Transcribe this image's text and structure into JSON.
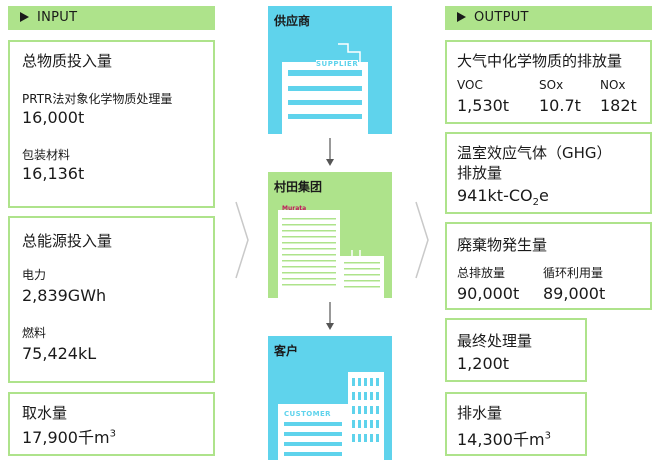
{
  "input": {
    "header": "INPUT",
    "materials": {
      "title": "总物质投入量",
      "prtr_label": "PRTR法对象化学物质处理量",
      "prtr_value": "16,000t",
      "packaging_label": "包装材料",
      "packaging_value": "16,136t"
    },
    "energy": {
      "title": "总能源投入量",
      "electricity_label": "电力",
      "electricity_value": "2,839GWh",
      "fuel_label": "燃料",
      "fuel_value": "75,424kL"
    },
    "water": {
      "label": "取水量",
      "value": "17,900千m",
      "exp": "3"
    }
  },
  "flow": {
    "supplier_title": "供应商",
    "supplier_sign": "SUPPLIER",
    "murata_title": "村田集团",
    "murata_logo": "Murata",
    "customer_title": "客户",
    "customer_sign": "CUSTOMER"
  },
  "output": {
    "header": "OUTPUT",
    "air": {
      "title": "大气中化学物质的排放量",
      "voc_label": "VOC",
      "voc_value": "1,530t",
      "sox_label": "SOx",
      "sox_value": "10.7t",
      "nox_label": "NOx",
      "nox_value": "182t"
    },
    "ghg": {
      "title_line1": "温室效应气体（GHG）",
      "title_line2": "排放量",
      "value_prefix": "941kt-CO",
      "value_sub": "2",
      "value_suffix": "e"
    },
    "waste": {
      "title": "廃棄物発生量",
      "total_label": "总排放量",
      "total_value": "90,000t",
      "recycle_label": "循环利用量",
      "recycle_value": "89,000t"
    },
    "landfill": {
      "title": "最终处理量",
      "value": "1,200t"
    },
    "wastewater": {
      "title": "排水量",
      "value": "14,300千m",
      "exp": "3"
    }
  },
  "colors": {
    "green": "#aee38b",
    "cyan": "#5fd3ec",
    "white": "#ffffff",
    "chevron": "#c9c9c9"
  }
}
